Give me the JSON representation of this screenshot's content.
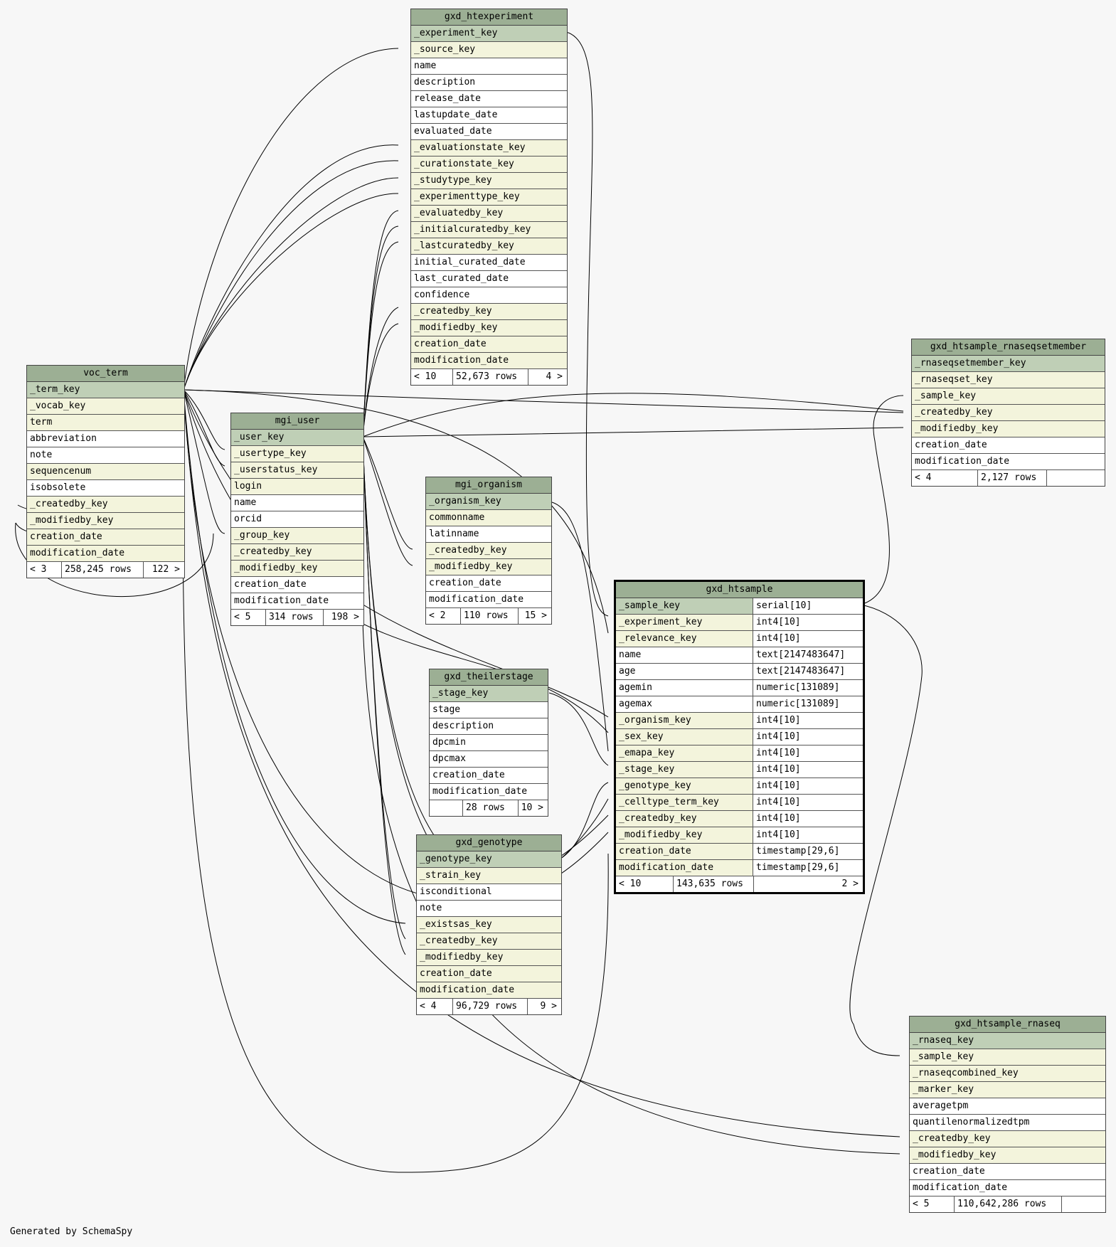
{
  "footer": "Generated by SchemaSpy",
  "tables": [
    {
      "id": "gxd_htexperiment",
      "name": "gxd_htexperiment",
      "rows": [
        [
          "_experiment_key",
          "pk"
        ],
        [
          "_source_key",
          "fk"
        ],
        [
          "name",
          "plain"
        ],
        [
          "description",
          "plain"
        ],
        [
          "release_date",
          "plain"
        ],
        [
          "lastupdate_date",
          "plain"
        ],
        [
          "evaluated_date",
          "plain"
        ],
        [
          "_evaluationstate_key",
          "fk"
        ],
        [
          "_curationstate_key",
          "fk"
        ],
        [
          "_studytype_key",
          "fk"
        ],
        [
          "_experimenttype_key",
          "fk"
        ],
        [
          "_evaluatedby_key",
          "fk"
        ],
        [
          "_initialcuratedby_key",
          "fk"
        ],
        [
          "_lastcuratedby_key",
          "fk"
        ],
        [
          "initial_curated_date",
          "plain"
        ],
        [
          "last_curated_date",
          "plain"
        ],
        [
          "confidence",
          "plain"
        ],
        [
          "_createdby_key",
          "fk"
        ],
        [
          "_modifiedby_key",
          "fk"
        ],
        [
          "creation_date",
          "fk"
        ],
        [
          "modification_date",
          "fk"
        ]
      ],
      "footer": [
        "< 10",
        "52,673 rows",
        "4 >"
      ]
    },
    {
      "id": "voc_term",
      "name": "voc_term",
      "rows": [
        [
          "_term_key",
          "pk"
        ],
        [
          "_vocab_key",
          "fk"
        ],
        [
          "term",
          "fk"
        ],
        [
          "abbreviation",
          "plain"
        ],
        [
          "note",
          "plain"
        ],
        [
          "sequencenum",
          "fk"
        ],
        [
          "isobsolete",
          "plain"
        ],
        [
          "_createdby_key",
          "fk"
        ],
        [
          "_modifiedby_key",
          "fk"
        ],
        [
          "creation_date",
          "fk"
        ],
        [
          "modification_date",
          "fk"
        ]
      ],
      "footer": [
        "< 3",
        "258,245 rows",
        "122 >"
      ]
    },
    {
      "id": "mgi_user",
      "name": "mgi_user",
      "rows": [
        [
          "_user_key",
          "pk"
        ],
        [
          "_usertype_key",
          "fk"
        ],
        [
          "_userstatus_key",
          "fk"
        ],
        [
          "login",
          "fk"
        ],
        [
          "name",
          "plain"
        ],
        [
          "orcid",
          "plain"
        ],
        [
          "_group_key",
          "fk"
        ],
        [
          "_createdby_key",
          "fk"
        ],
        [
          "_modifiedby_key",
          "fk"
        ],
        [
          "creation_date",
          "plain"
        ],
        [
          "modification_date",
          "plain"
        ]
      ],
      "footer": [
        "< 5",
        "314 rows",
        "198 >"
      ]
    },
    {
      "id": "mgi_organism",
      "name": "mgi_organism",
      "rows": [
        [
          "_organism_key",
          "pk"
        ],
        [
          "commonname",
          "fk"
        ],
        [
          "latinname",
          "plain"
        ],
        [
          "_createdby_key",
          "fk"
        ],
        [
          "_modifiedby_key",
          "fk"
        ],
        [
          "creation_date",
          "plain"
        ],
        [
          "modification_date",
          "plain"
        ]
      ],
      "footer": [
        "< 2",
        "110 rows",
        "15 >"
      ]
    },
    {
      "id": "gxd_htsample_rnaseqsetmember",
      "name": "gxd_htsample_rnaseqsetmember",
      "rows": [
        [
          "_rnaseqsetmember_key",
          "pk"
        ],
        [
          "_rnaseqset_key",
          "fk"
        ],
        [
          "_sample_key",
          "fk"
        ],
        [
          "_createdby_key",
          "fk"
        ],
        [
          "_modifiedby_key",
          "fk"
        ],
        [
          "creation_date",
          "plain"
        ],
        [
          "modification_date",
          "plain"
        ]
      ],
      "footer": [
        "< 4",
        "2,127 rows",
        ""
      ]
    },
    {
      "id": "gxd_theilerstage",
      "name": "gxd_theilerstage",
      "rows": [
        [
          "_stage_key",
          "pk"
        ],
        [
          "stage",
          "plain"
        ],
        [
          "description",
          "plain"
        ],
        [
          "dpcmin",
          "plain"
        ],
        [
          "dpcmax",
          "plain"
        ],
        [
          "creation_date",
          "plain"
        ],
        [
          "modification_date",
          "plain"
        ]
      ],
      "footer": [
        "",
        "28 rows",
        "10 >"
      ]
    },
    {
      "id": "gxd_genotype",
      "name": "gxd_genotype",
      "rows": [
        [
          "_genotype_key",
          "pk"
        ],
        [
          "_strain_key",
          "fk"
        ],
        [
          "isconditional",
          "plain"
        ],
        [
          "note",
          "plain"
        ],
        [
          "_existsas_key",
          "fk"
        ],
        [
          "_createdby_key",
          "fk"
        ],
        [
          "_modifiedby_key",
          "fk"
        ],
        [
          "creation_date",
          "fk"
        ],
        [
          "modification_date",
          "fk"
        ]
      ],
      "footer": [
        "< 4",
        "96,729 rows",
        "9 >"
      ]
    },
    {
      "id": "gxd_htsample",
      "name": "gxd_htsample",
      "focus": true,
      "rows": [
        [
          "_sample_key",
          "pk",
          "serial[10]"
        ],
        [
          "_experiment_key",
          "fk",
          "int4[10]"
        ],
        [
          "_relevance_key",
          "fk",
          "int4[10]"
        ],
        [
          "name",
          "plain",
          "text[2147483647]"
        ],
        [
          "age",
          "plain",
          "text[2147483647]"
        ],
        [
          "agemin",
          "plain",
          "numeric[131089]"
        ],
        [
          "agemax",
          "plain",
          "numeric[131089]"
        ],
        [
          "_organism_key",
          "fk",
          "int4[10]"
        ],
        [
          "_sex_key",
          "fk",
          "int4[10]"
        ],
        [
          "_emapa_key",
          "fk",
          "int4[10]"
        ],
        [
          "_stage_key",
          "fk",
          "int4[10]"
        ],
        [
          "_genotype_key",
          "fk",
          "int4[10]"
        ],
        [
          "_celltype_term_key",
          "fk",
          "int4[10]"
        ],
        [
          "_createdby_key",
          "fk",
          "int4[10]"
        ],
        [
          "_modifiedby_key",
          "fk",
          "int4[10]"
        ],
        [
          "creation_date",
          "fk",
          "timestamp[29,6]"
        ],
        [
          "modification_date",
          "fk",
          "timestamp[29,6]"
        ]
      ],
      "footer": [
        "< 10",
        "143,635 rows",
        "2 >"
      ]
    },
    {
      "id": "gxd_htsample_rnaseq",
      "name": "gxd_htsample_rnaseq",
      "rows": [
        [
          "_rnaseq_key",
          "pk"
        ],
        [
          "_sample_key",
          "fk"
        ],
        [
          "_rnaseqcombined_key",
          "fk"
        ],
        [
          "_marker_key",
          "fk"
        ],
        [
          "averagetpm",
          "plain"
        ],
        [
          "quantilenormalizedtpm",
          "plain"
        ],
        [
          "_createdby_key",
          "fk"
        ],
        [
          "_modifiedby_key",
          "fk"
        ],
        [
          "creation_date",
          "plain"
        ],
        [
          "modification_date",
          "plain"
        ]
      ],
      "footer": [
        "< 5",
        "110,642,286 rows",
        ""
      ]
    }
  ]
}
